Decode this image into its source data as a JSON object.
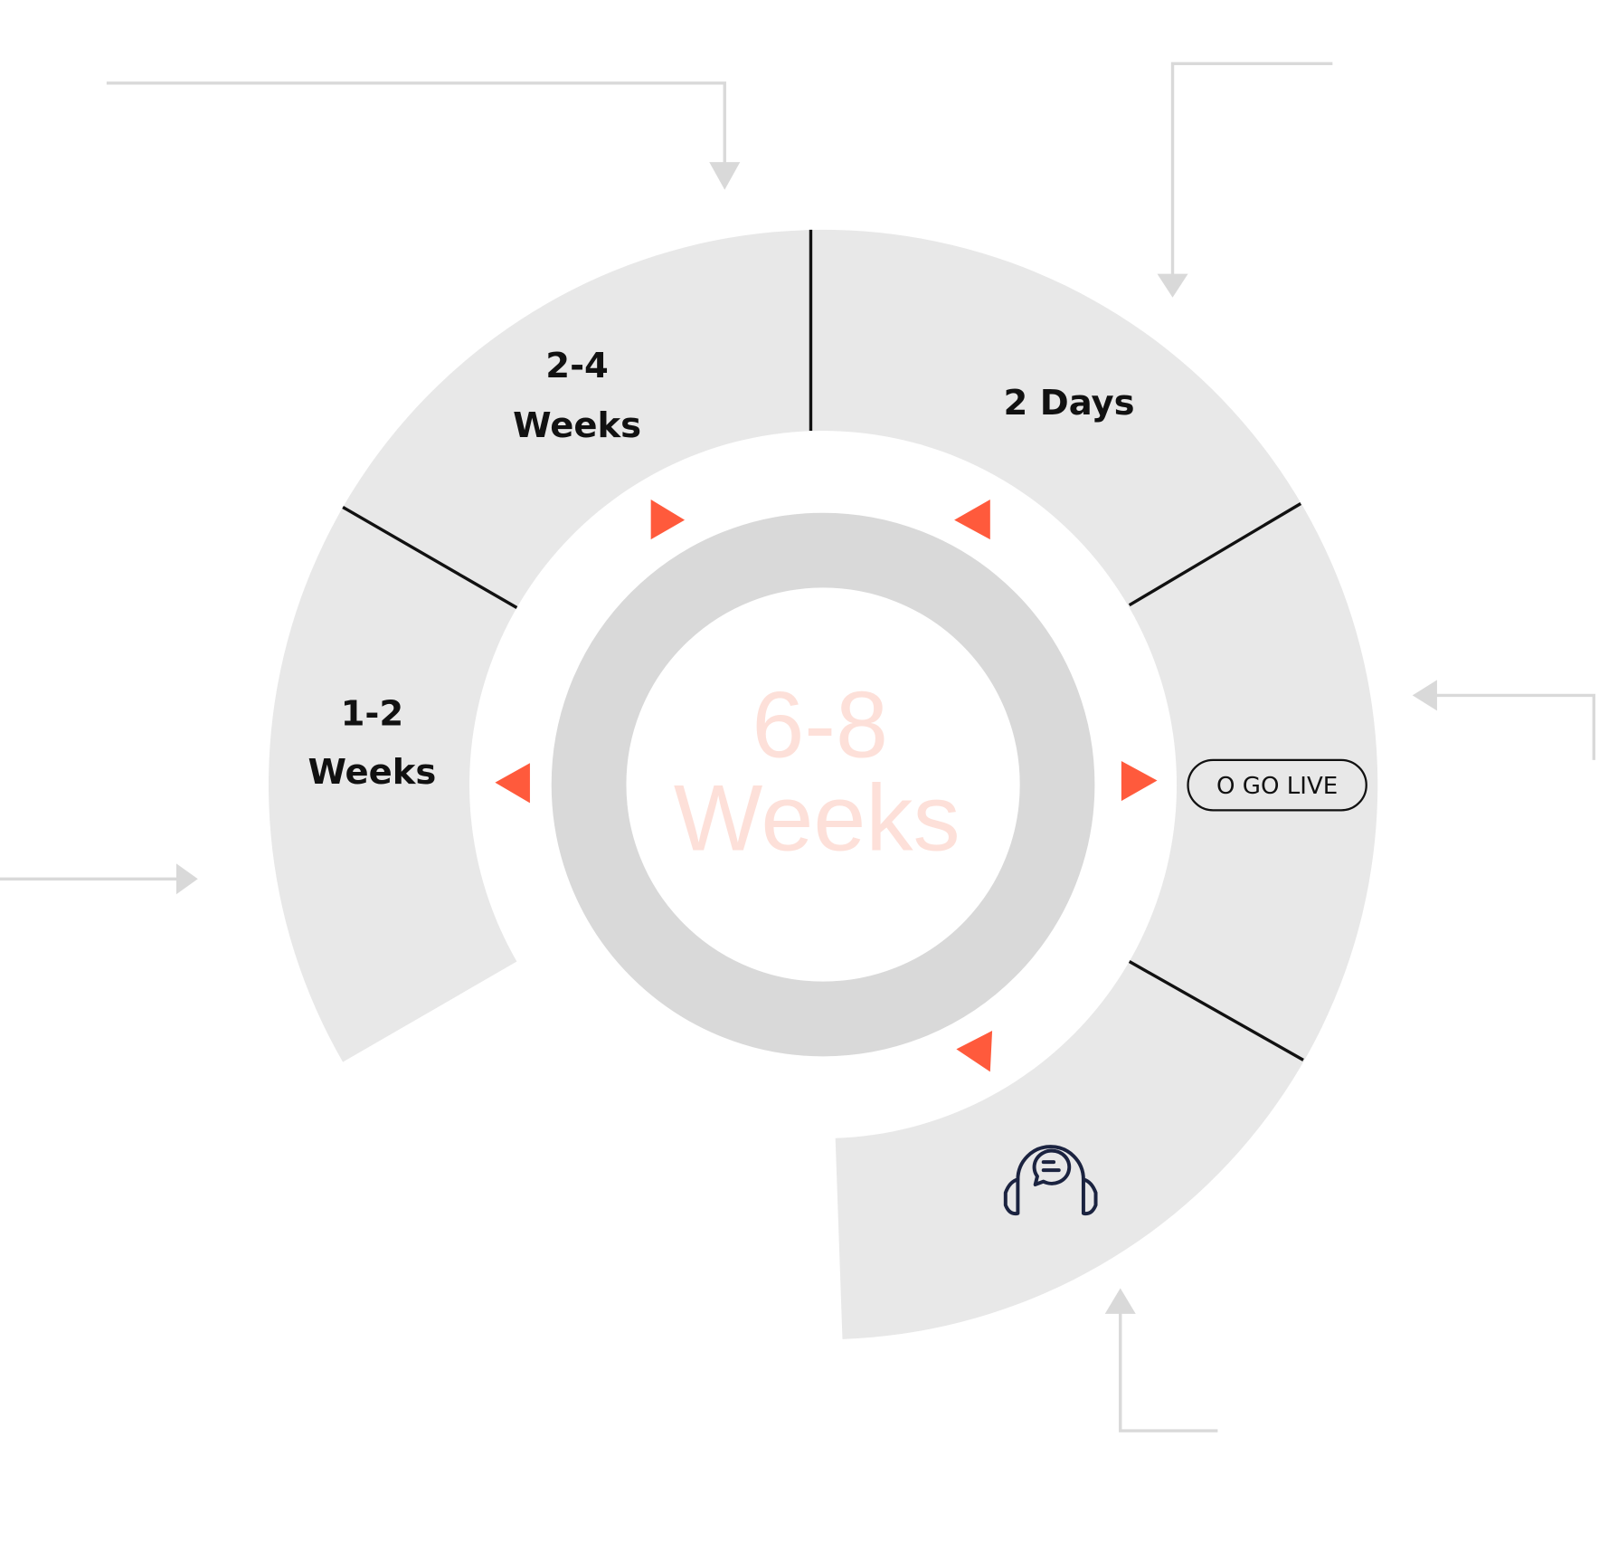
{
  "center": {
    "line1": "6-8",
    "line2": "Weeks"
  },
  "segments": [
    {
      "line1": "2-4",
      "line2": "Weeks"
    },
    {
      "line1": "2 Days"
    },
    {
      "line1": "1-2",
      "line2": "Weeks"
    }
  ],
  "go_live_button": {
    "label": "O GO LIVE"
  },
  "icons": {
    "support": "headset-chat-icon"
  },
  "colors": {
    "ring": "#e8e8e8",
    "inner_ring": "#d9d9d9",
    "accent": "#ff5a3c",
    "center_text": "#fde0d9",
    "connector": "#d9d9d9"
  }
}
